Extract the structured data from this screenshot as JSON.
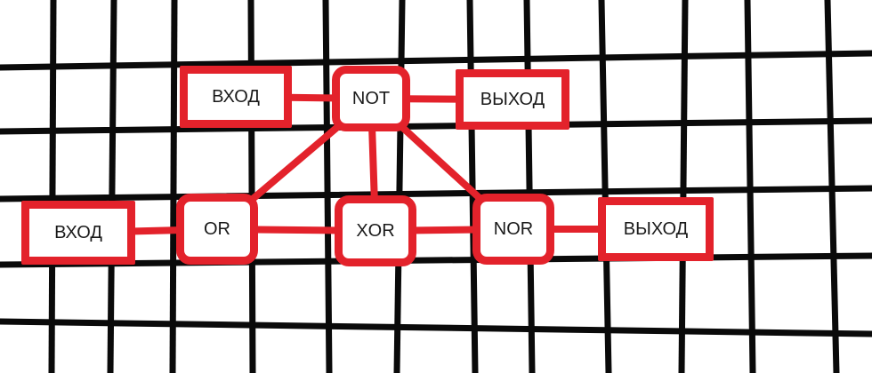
{
  "colors": {
    "background": "#ffffff",
    "grid": "#0a0a0a",
    "accent": "#e3222b",
    "text": "#1a1a1a"
  },
  "diagram": {
    "nodes": [
      {
        "id": "in_top",
        "kind": "terminal",
        "label": "ВХОД"
      },
      {
        "id": "not",
        "kind": "gate",
        "label": "NOT"
      },
      {
        "id": "out_top",
        "kind": "terminal",
        "label": "ВЫХОД"
      },
      {
        "id": "in_left",
        "kind": "terminal",
        "label": "ВХОД"
      },
      {
        "id": "or",
        "kind": "gate",
        "label": "OR"
      },
      {
        "id": "xor",
        "kind": "gate",
        "label": "XOR"
      },
      {
        "id": "nor",
        "kind": "gate",
        "label": "NOR"
      },
      {
        "id": "out_right",
        "kind": "terminal",
        "label": "ВЫХОД"
      }
    ],
    "edges": [
      {
        "from": "in_top",
        "to": "not"
      },
      {
        "from": "not",
        "to": "out_top"
      },
      {
        "from": "not",
        "to": "or"
      },
      {
        "from": "not",
        "to": "xor"
      },
      {
        "from": "not",
        "to": "nor"
      },
      {
        "from": "in_left",
        "to": "or"
      },
      {
        "from": "or",
        "to": "xor"
      },
      {
        "from": "xor",
        "to": "nor"
      },
      {
        "from": "nor",
        "to": "out_right"
      }
    ]
  }
}
